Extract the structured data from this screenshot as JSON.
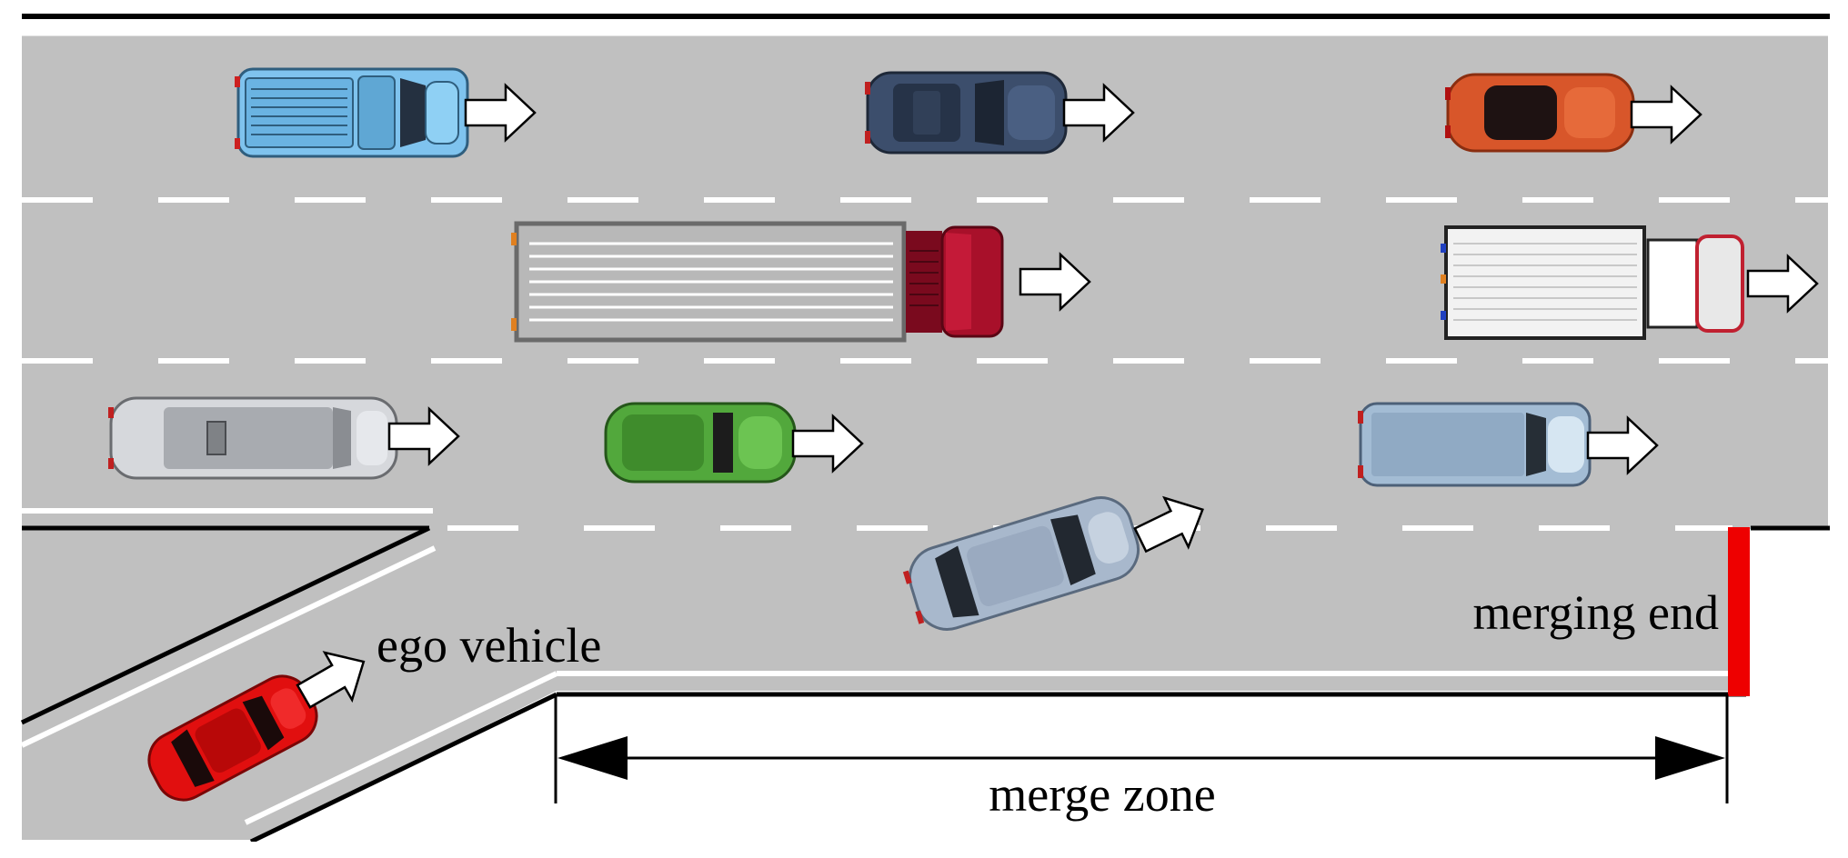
{
  "labels": {
    "ego_vehicle": "ego vehicle",
    "merging_end": "merging end",
    "merge_zone": "merge zone"
  },
  "colors": {
    "road": "#c0c0c0",
    "lane_marking": "#ffffff",
    "edge_line": "#000000",
    "merging_end_marker": "#ee0000",
    "ego_vehicle": "#e10f0f"
  },
  "vehicles": [
    {
      "name": "blue-pickup",
      "type": "pickup",
      "lane": 1,
      "color": "#7fc3ee"
    },
    {
      "name": "dark-blue-suv",
      "type": "car",
      "lane": 1,
      "color": "#3c4e6c"
    },
    {
      "name": "orange-hatchback",
      "type": "car",
      "lane": 1,
      "color": "#d8562a"
    },
    {
      "name": "red-semi-truck",
      "type": "truck",
      "lane": 2,
      "color": "#a8102a"
    },
    {
      "name": "white-box-truck",
      "type": "box-truck",
      "lane": 2,
      "color": "#f2f2f2"
    },
    {
      "name": "silver-limousine",
      "type": "limo",
      "lane": 3,
      "color": "#d6d8dc"
    },
    {
      "name": "green-car",
      "type": "car",
      "lane": 3,
      "color": "#52a83c"
    },
    {
      "name": "light-blue-van",
      "type": "van",
      "lane": 3,
      "color": "#a3bcd4"
    },
    {
      "name": "merging-silver-sedan",
      "type": "car",
      "lane": "merge",
      "color": "#a8b8cc"
    },
    {
      "name": "ego-vehicle",
      "type": "car",
      "lane": "ramp",
      "color": "#e10f0f"
    }
  ]
}
